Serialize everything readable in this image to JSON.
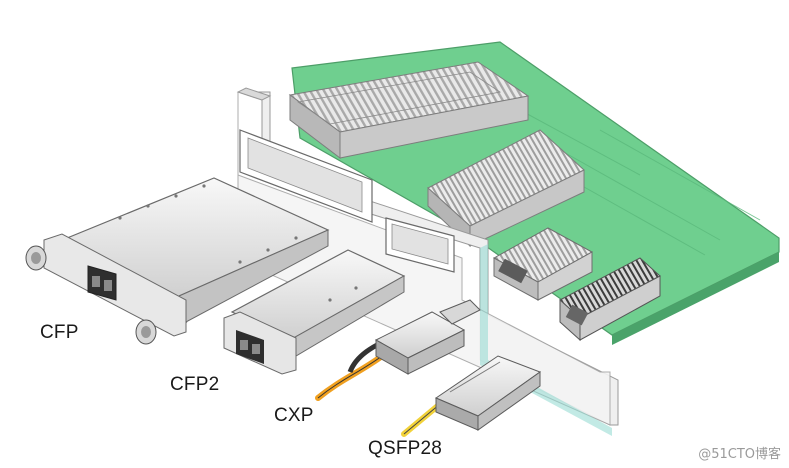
{
  "labels": {
    "cfp": "CFP",
    "cfp2": "CFP2",
    "cxp": "CXP",
    "qsfp28": "QSFP28"
  },
  "watermark": "@51CTO博客",
  "colors": {
    "pcb": "#6fcf8f",
    "metal": "#e6e6e6",
    "outline": "#555555",
    "fiber_orange": "#f0a020",
    "fiber_yellow": "#f2d23a"
  }
}
